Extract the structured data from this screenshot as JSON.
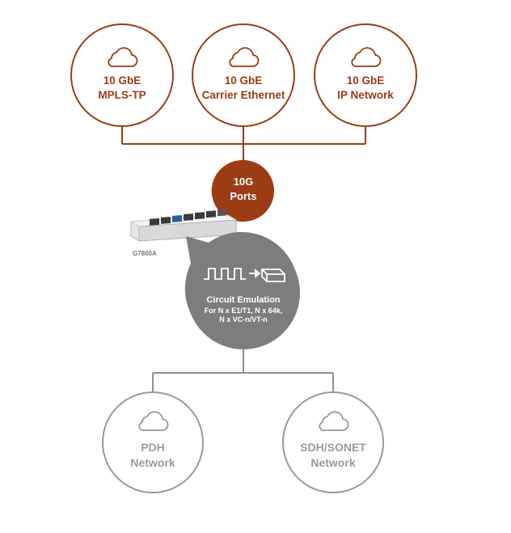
{
  "colors": {
    "brand_brown": "#9b3c14",
    "gray_fill": "#7d7d7d",
    "light_gray": "#9a9a9a",
    "connector": "#9b3c14",
    "connector_gray": "#8f8f8f"
  },
  "top_networks": [
    {
      "line1": "10 GbE",
      "line2": "MPLS-TP",
      "icon": "cloud-icon"
    },
    {
      "line1": "10 GbE",
      "line2": "Carrier Ethernet",
      "icon": "cloud-icon"
    },
    {
      "line1": "10 GbE",
      "line2": "IP Network",
      "icon": "cloud-icon"
    }
  ],
  "ports_bubble": {
    "line1": "10G",
    "line2": "Ports"
  },
  "device": {
    "label": "G7860A"
  },
  "circuit_emulation": {
    "title": "Circuit Emulation",
    "line1": "For N x E1/T1, N x 64k,",
    "line2": "N x VC-n/VT-n",
    "icon": "signal-to-packet-icon"
  },
  "bottom_networks": [
    {
      "line1": "PDH",
      "line2": "Network",
      "icon": "cloud-icon"
    },
    {
      "line1": "SDH/SONET",
      "line2": "Network",
      "icon": "cloud-icon"
    }
  ]
}
